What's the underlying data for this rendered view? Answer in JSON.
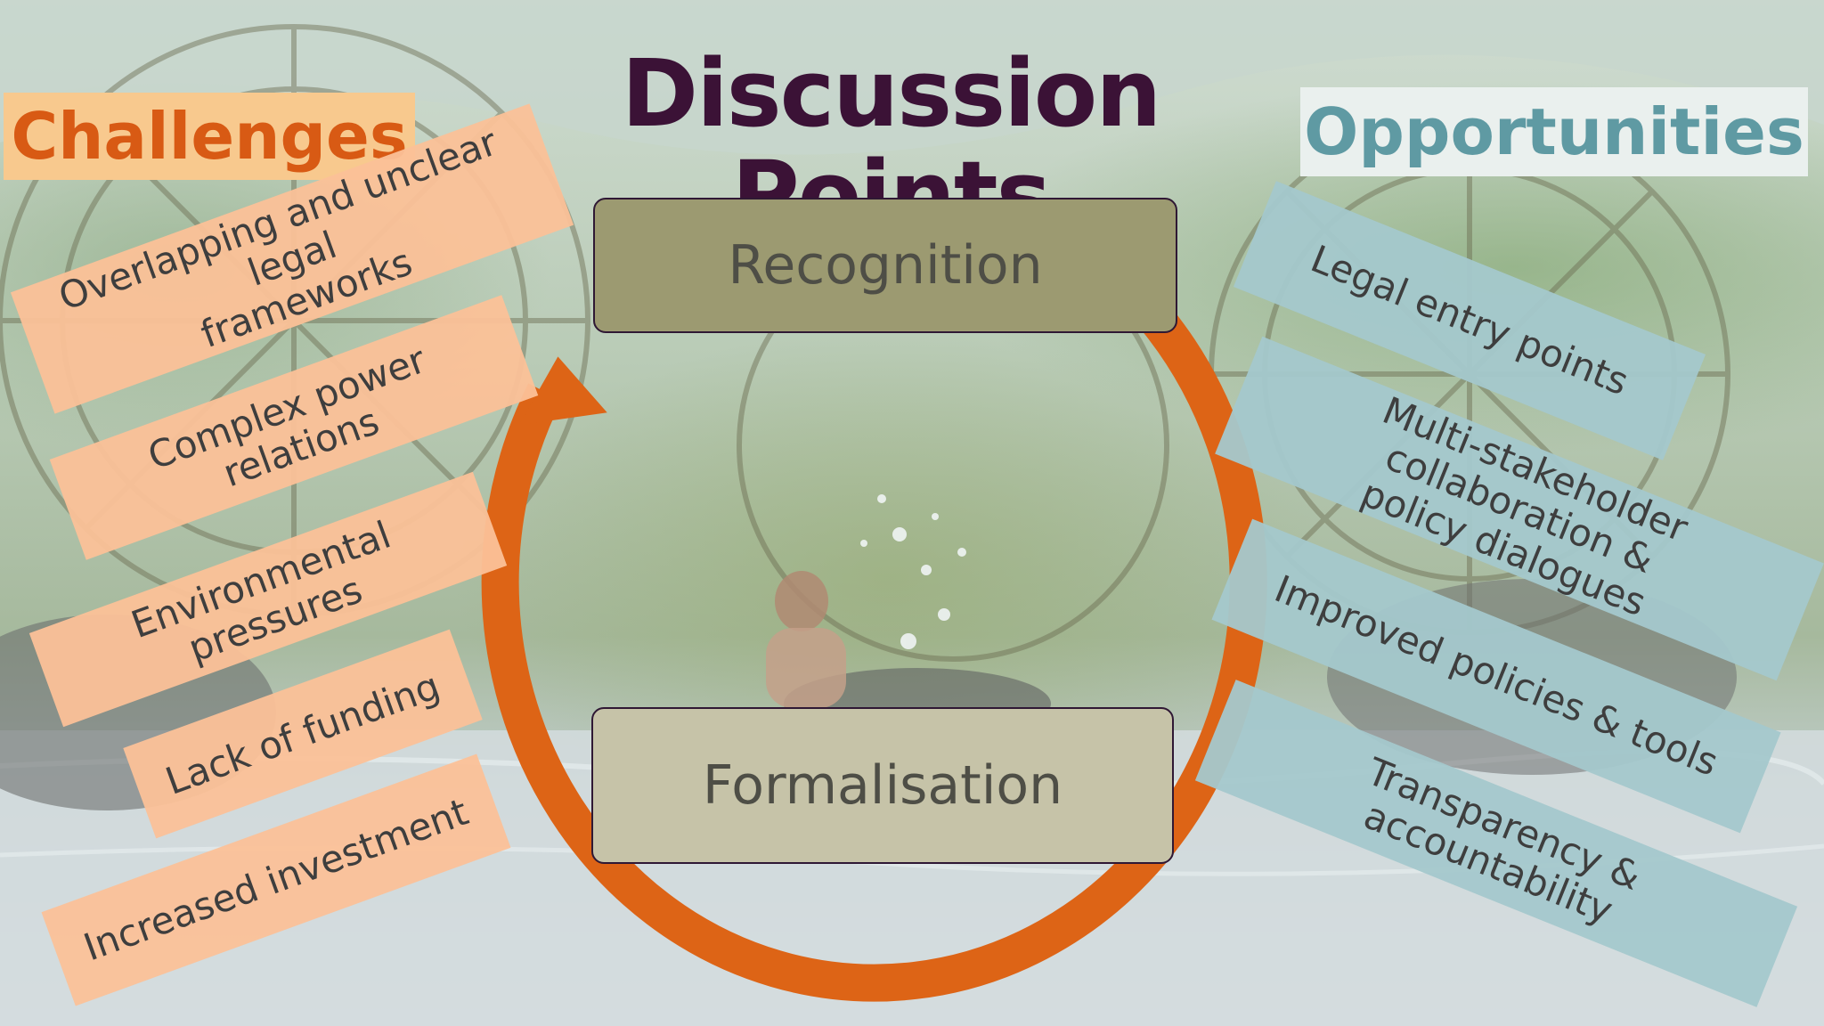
{
  "title": "Discussion Points",
  "challenges": {
    "heading": "Challenges",
    "items": [
      {
        "line1": "Overlapping and unclear legal",
        "line2": "frameworks"
      },
      {
        "line1": "Complex power relations"
      },
      {
        "line1": "Environmental  pressures"
      },
      {
        "line1": "Lack of funding"
      },
      {
        "line1": "Increased investment"
      }
    ]
  },
  "opportunities": {
    "heading": "Opportunities",
    "items": [
      {
        "line1": "Legal entry points"
      },
      {
        "line1": "Multi-stakeholder collaboration &",
        "line2": "policy dialogues"
      },
      {
        "line1": "Improved policies & tools"
      },
      {
        "line1": "Transparency & accountability"
      }
    ]
  },
  "cycle": {
    "top": "Recognition",
    "bottom": "Formalisation"
  },
  "colors": {
    "title": "#3b1236",
    "challenge_heading": "#d85a14",
    "opportunity_heading": "#5f9aa3",
    "challenge_card": "#fbc198",
    "opportunity_card": "#a4c8cc",
    "cycle_arrow": "#dd6416"
  }
}
